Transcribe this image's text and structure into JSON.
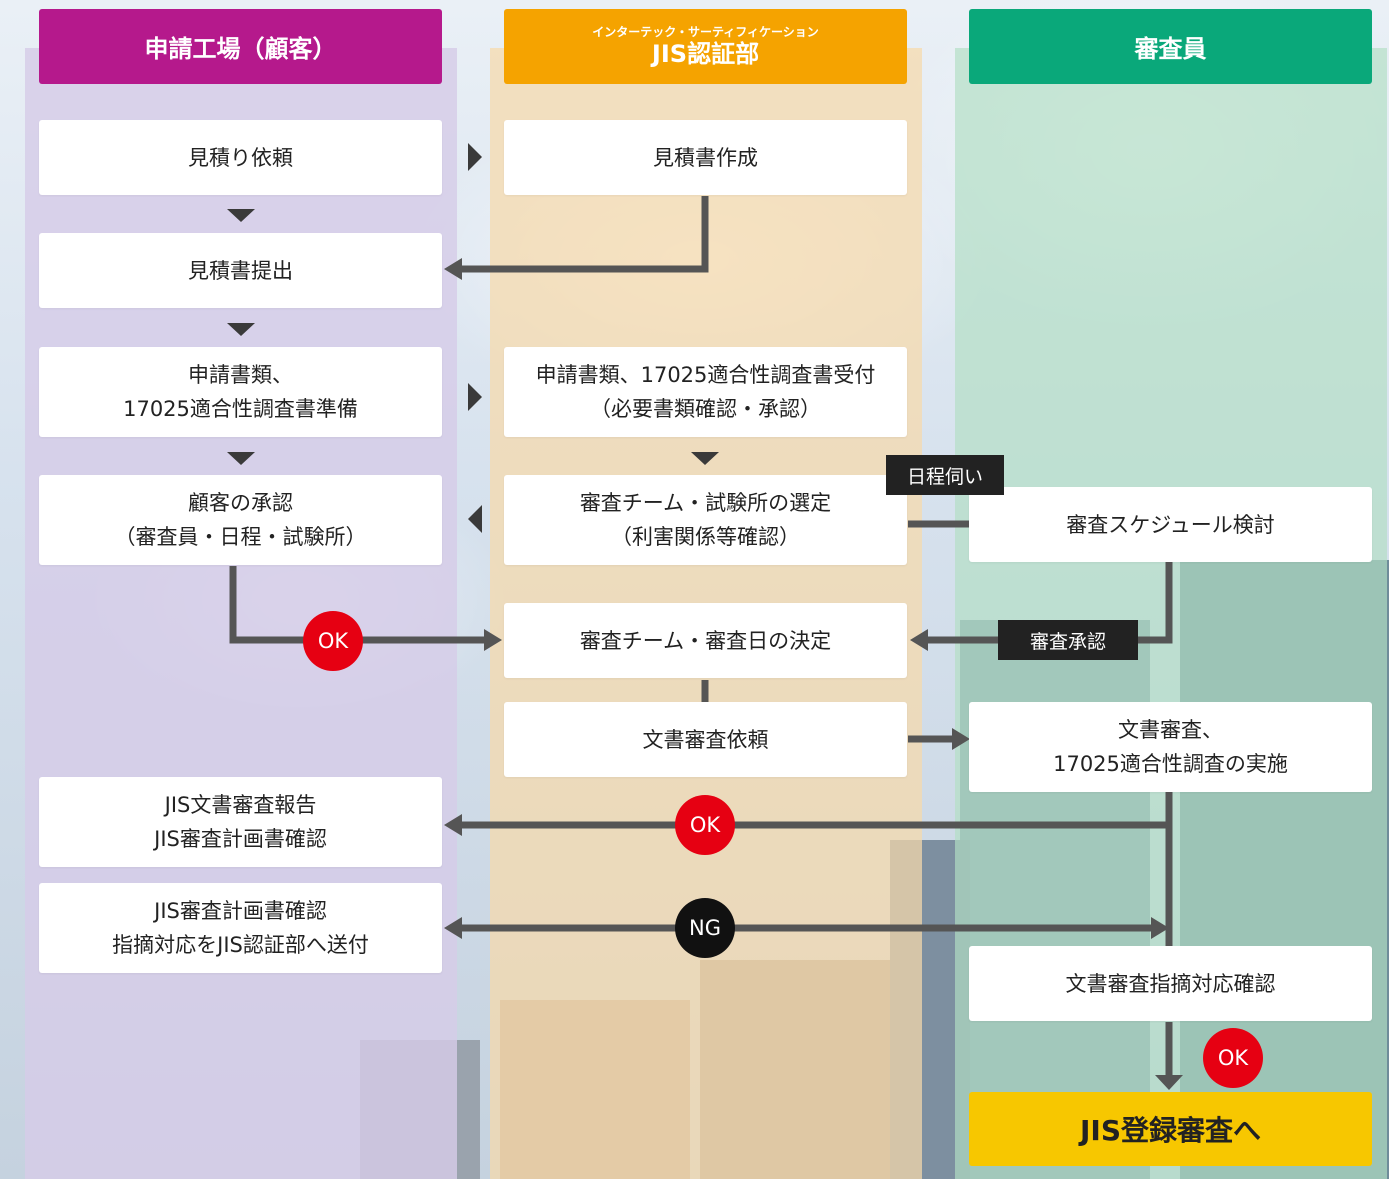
{
  "headers": {
    "customer": "申請工場（顧客）",
    "jis_sub": "インターテック・サーティフィケーション",
    "jis": "JIS認証部",
    "auditor": "審査員"
  },
  "steps": {
    "estimate_request": "見積り依頼",
    "estimate_create": "見積書作成",
    "estimate_submit": "見積書提出",
    "app_prep_1": "申請書類、",
    "app_prep_2": "17025適合性調査書準備",
    "app_receive_1": "申請書類、17025適合性調査書受付",
    "app_receive_2": "（必要書類確認・承認）",
    "customer_approval_1": "顧客の承認",
    "customer_approval_2": "（審査員・日程・試験所）",
    "team_select_1": "審査チーム・試験所の選定",
    "team_select_2": "（利害関係等確認）",
    "schedule_review": "審査スケジュール検討",
    "team_decide": "審査チーム・審査日の決定",
    "doc_review_request": "文書審査依頼",
    "doc_review_1": "文書審査、",
    "doc_review_2": "17025適合性調査の実施",
    "jis_report_1": "JIS文書審査報告",
    "jis_report_2": "JIS審査計画書確認",
    "jis_plan_1": "JIS審査計画書確認",
    "jis_plan_2": "指摘対応をJIS認証部へ送付",
    "doc_findings_check": "文書審査指摘対応確認",
    "to_jis_audit": "JIS登録審査へ"
  },
  "tags": {
    "schedule_inquiry": "日程伺い",
    "audit_approval": "審査承認"
  },
  "badges": {
    "ok": "OK",
    "ng": "NG"
  },
  "colors": {
    "customer": "#b5198c",
    "jis": "#f5a300",
    "auditor": "#0aa87a",
    "goal": "#f7c700",
    "ok": "#e60012",
    "ng": "#111111",
    "connector": "#555555"
  }
}
